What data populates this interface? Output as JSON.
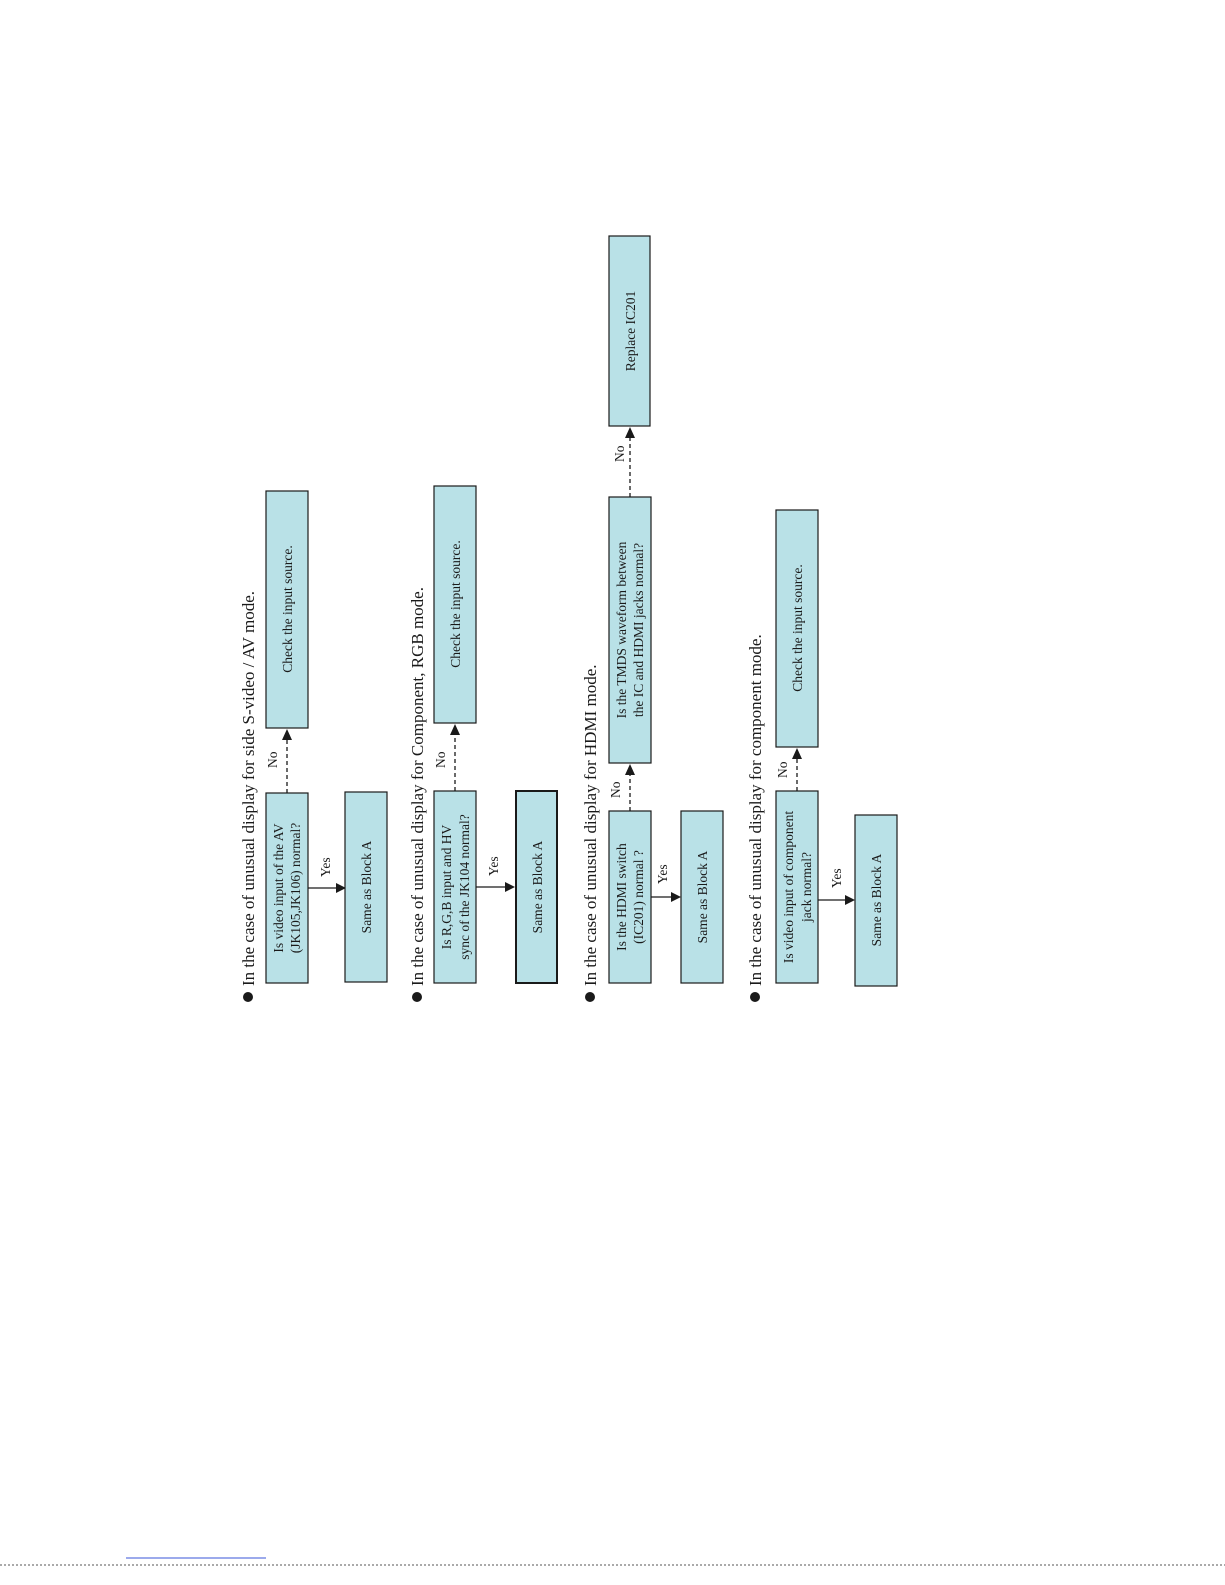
{
  "sections": [
    {
      "heading": "In the case of unusual display for side S-video / AV mode.",
      "question": [
        "Is video input of the AV",
        "(JK105,JK106) normal?"
      ],
      "no_label": "No",
      "no_target": [
        "Check the input source."
      ],
      "yes_label": "Yes",
      "yes_target": [
        "Same as Block A"
      ]
    },
    {
      "heading": "In the case of unusual display for Component, RGB mode.",
      "question": [
        "Is R,G,B input and HV",
        "sync of the JK104 normal?"
      ],
      "no_label": "No",
      "no_target": [
        "Check the input source."
      ],
      "yes_label": "Yes",
      "yes_target": [
        "Same as Block A"
      ]
    },
    {
      "heading": "In the case of unusual display for HDMI mode.",
      "question": [
        "Is the HDMI switch",
        "(IC201) normal ?"
      ],
      "no_label": "No",
      "no_target": [
        "Is the TMDS waveform between",
        "the IC and HDMI jacks normal?"
      ],
      "no2_label": "No",
      "no2_target": [
        "Replace IC201"
      ],
      "yes_label": "Yes",
      "yes_target": [
        "Same as Block A"
      ]
    },
    {
      "heading": "In the case of unusual display for component mode.",
      "question": [
        "Is video input of component",
        "jack normal?"
      ],
      "no_label": "No",
      "no_target": [
        "Check the input source."
      ],
      "yes_label": "Yes",
      "yes_target": [
        "Same as Block A"
      ]
    }
  ]
}
